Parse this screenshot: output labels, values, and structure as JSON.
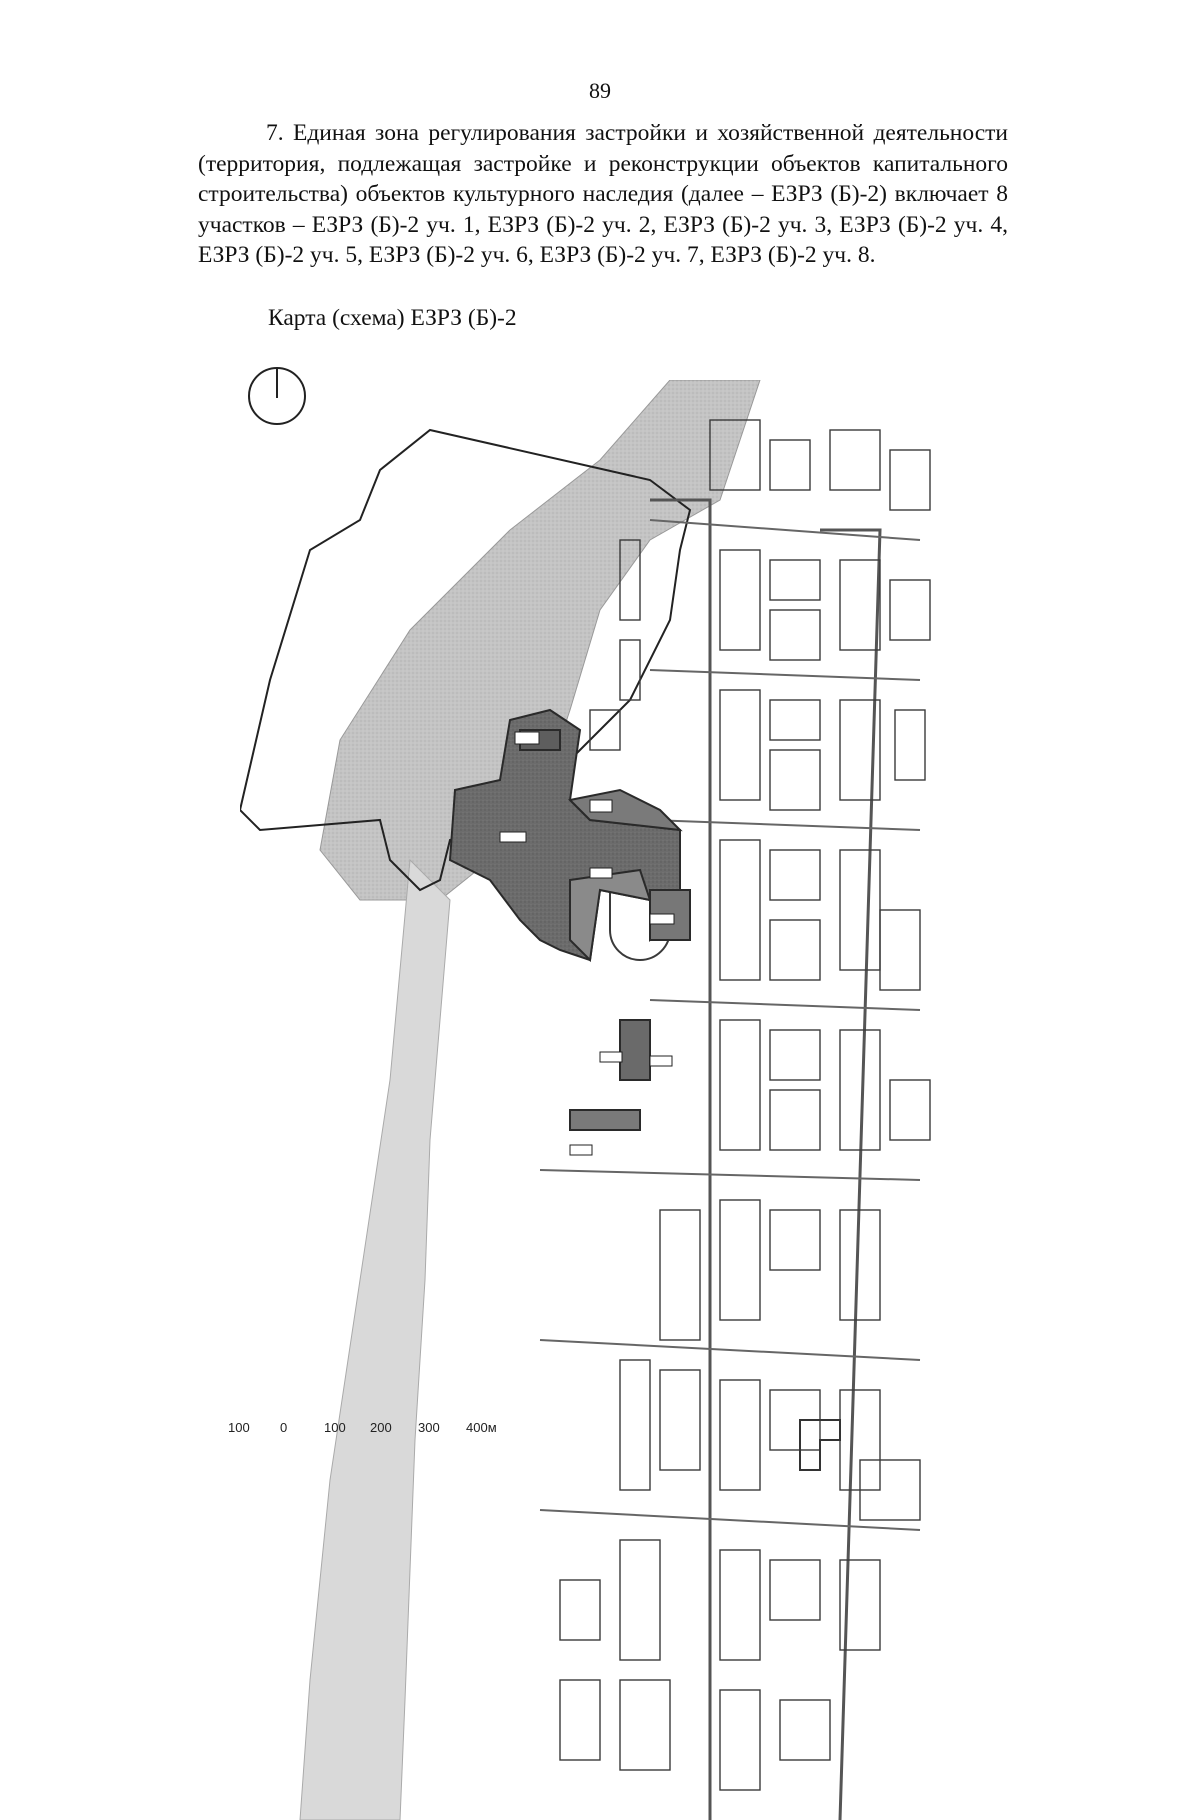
{
  "page_number": "89",
  "paragraph": "7. Единая зона регулирования застройки и хозяйственной деятельности (территория, подлежащая застройке и реконструкции объектов капитального строительства) объектов культурного наследия (далее – ЕЗРЗ (Б)-2) включает 8 участков – ЕЗРЗ (Б)-2 уч. 1, ЕЗРЗ (Б)-2 уч. 2, ЕЗРЗ (Б)-2 уч. 3, ЕЗРЗ (Б)-2 уч. 4, ЕЗРЗ (Б)-2 уч. 5, ЕЗРЗ (Б)-2 уч. 6, ЕЗРЗ (Б)-2 уч. 7, ЕЗРЗ (Б)-2 уч. 8.",
  "map_caption": "Карта (схема) ЕЗРЗ (Б)-2",
  "scale": {
    "labels": [
      "100",
      "0",
      "100",
      "200",
      "300",
      "400м"
    ]
  },
  "colors": {
    "zone_fill": "#6e6e6e",
    "zone_fill_light": "#8a8a8a",
    "water_fill": "#c9c9c9",
    "building_stroke": "#3a3a3a",
    "boundary": "#2a2a2a"
  }
}
